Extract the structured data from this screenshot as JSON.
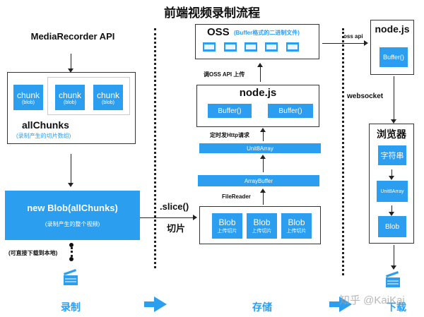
{
  "title": "前端视频录制流程",
  "record": {
    "api_label": "MediaRecorder API",
    "chunks": [
      {
        "label": "chunk",
        "sub": "(blob)"
      },
      {
        "label": "chunk",
        "sub": "(blob)"
      },
      {
        "label": "chunk",
        "sub": "(blob)"
      }
    ],
    "all_chunks_label": "allChunks",
    "all_chunks_desc": "(录制产生的切片数组)",
    "new_blob_label": "new Blob(allChunks)",
    "new_blob_desc": "(录制产生的整个视频)",
    "download_local": "(可直接下载到本地)",
    "slice_label": ".slice()",
    "slice_desc": "切片"
  },
  "storage": {
    "oss_label": "OSS",
    "oss_desc": "(Buffer格式的二进制文件)",
    "oss_upload": "调OSS API 上传",
    "nodejs_label": "node.js",
    "buffers": [
      "Buffer()",
      "Buffer()"
    ],
    "http_label": "定时发Http请求",
    "unit8_label": "Unit8Array",
    "arraybuffer_label": "ArrayBuffer",
    "filereader_label": "FileReader",
    "blobs": [
      {
        "label": "Blob",
        "sub": "上传切片"
      },
      {
        "label": "Blob",
        "sub": "上传切片"
      },
      {
        "label": "Blob",
        "sub": "上传切片"
      }
    ]
  },
  "download": {
    "oss_api": "oss api",
    "nodejs_label": "node.js",
    "buffer_label": "Buffer()",
    "websocket": "websocket",
    "browser_label": "浏览器",
    "string_label": "字符串",
    "unit8_label": "Unit8Array",
    "blob_label": "Blob"
  },
  "stages": [
    "录制",
    "存储",
    "下载"
  ],
  "watermark": "知乎 @KaiKai",
  "colors": {
    "accent": "#2b9ef0"
  }
}
